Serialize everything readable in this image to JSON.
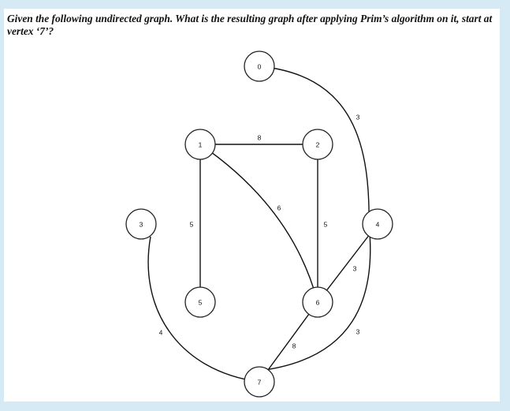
{
  "question": {
    "text": "Given the following undirected graph. What is the resulting graph after applying Prim’s algorithm on it, start at vertex ‘7’?"
  },
  "graph": {
    "nodes": [
      {
        "id": "0",
        "label": "0"
      },
      {
        "id": "1",
        "label": "1"
      },
      {
        "id": "2",
        "label": "2"
      },
      {
        "id": "3",
        "label": "3"
      },
      {
        "id": "4",
        "label": "4"
      },
      {
        "id": "5",
        "label": "5"
      },
      {
        "id": "6",
        "label": "6"
      },
      {
        "id": "7",
        "label": "7"
      }
    ],
    "edges": [
      {
        "from": "1",
        "to": "2",
        "weight": "8"
      },
      {
        "from": "1",
        "to": "5",
        "weight": "5"
      },
      {
        "from": "1",
        "to": "6",
        "weight": "6"
      },
      {
        "from": "2",
        "to": "6",
        "weight": "5"
      },
      {
        "from": "0",
        "to": "4",
        "weight": "3"
      },
      {
        "from": "4",
        "to": "6",
        "weight": "3"
      },
      {
        "from": "4",
        "to": "7",
        "weight": "3"
      },
      {
        "from": "6",
        "to": "7",
        "weight": "8"
      },
      {
        "from": "3",
        "to": "7",
        "weight": "4"
      }
    ]
  }
}
